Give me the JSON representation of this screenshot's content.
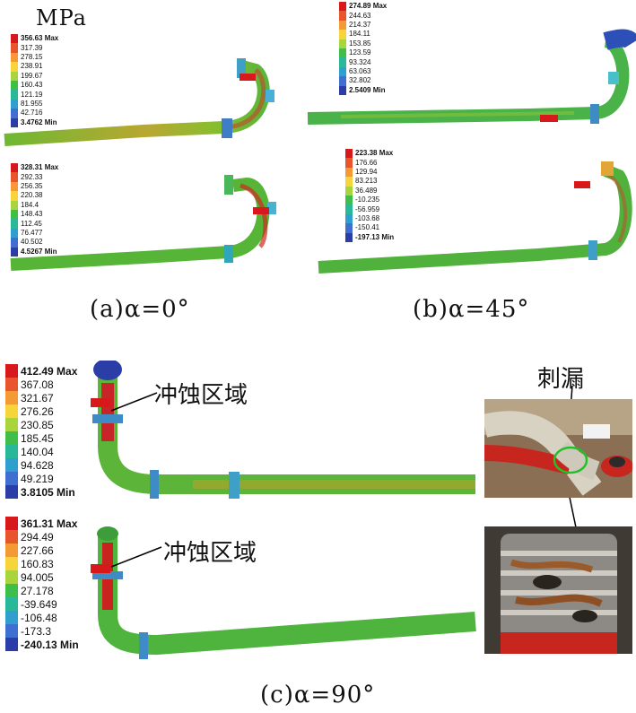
{
  "unit_label": "MPa",
  "panels": {
    "a": {
      "caption": "(a)α=0°",
      "top_legend": [
        "356.63 Max",
        "317.39",
        "278.15",
        "238.91",
        "199.67",
        "160.43",
        "121.19",
        "81.955",
        "42.716",
        "3.4762 Min"
      ],
      "bottom_legend": [
        "328.31 Max",
        "292.33",
        "256.35",
        "220.38",
        "184.4",
        "148.43",
        "112.45",
        "76.477",
        "40.502",
        "4.5267 Min"
      ]
    },
    "b": {
      "caption": "(b)α=45°",
      "top_legend": [
        "274.89 Max",
        "244.63",
        "214.37",
        "184.11",
        "153.85",
        "123.59",
        "93.324",
        "63.063",
        "32.802",
        "2.5409 Min"
      ],
      "bottom_legend": [
        "223.38 Max",
        "176.66",
        "129.94",
        "83.213",
        "36.489",
        "-10.235",
        "-56.959",
        "-103.68",
        "-150.41",
        "-197.13 Min"
      ]
    },
    "c": {
      "caption": "(c)α=90°",
      "top_legend": [
        "412.49 Max",
        "367.08",
        "321.67",
        "276.26",
        "230.85",
        "185.45",
        "140.04",
        "94.628",
        "49.219",
        "3.8105 Min"
      ],
      "bottom_legend": [
        "361.31 Max",
        "294.49",
        "227.66",
        "160.83",
        "94.005",
        "27.178",
        "-39.649",
        "-106.48",
        "-173.3",
        "-240.13 Min"
      ],
      "erosion_label_top": "冲蚀区域",
      "erosion_label_bottom": "冲蚀区域",
      "leak_label": "刺漏"
    }
  },
  "colors": {
    "legend": [
      "#d7191c",
      "#e8552c",
      "#f39a35",
      "#f5d53a",
      "#a9d43b",
      "#3fbf4a",
      "#2ab89a",
      "#2f9fd0",
      "#3f6fd0",
      "#2b3ea8"
    ]
  }
}
